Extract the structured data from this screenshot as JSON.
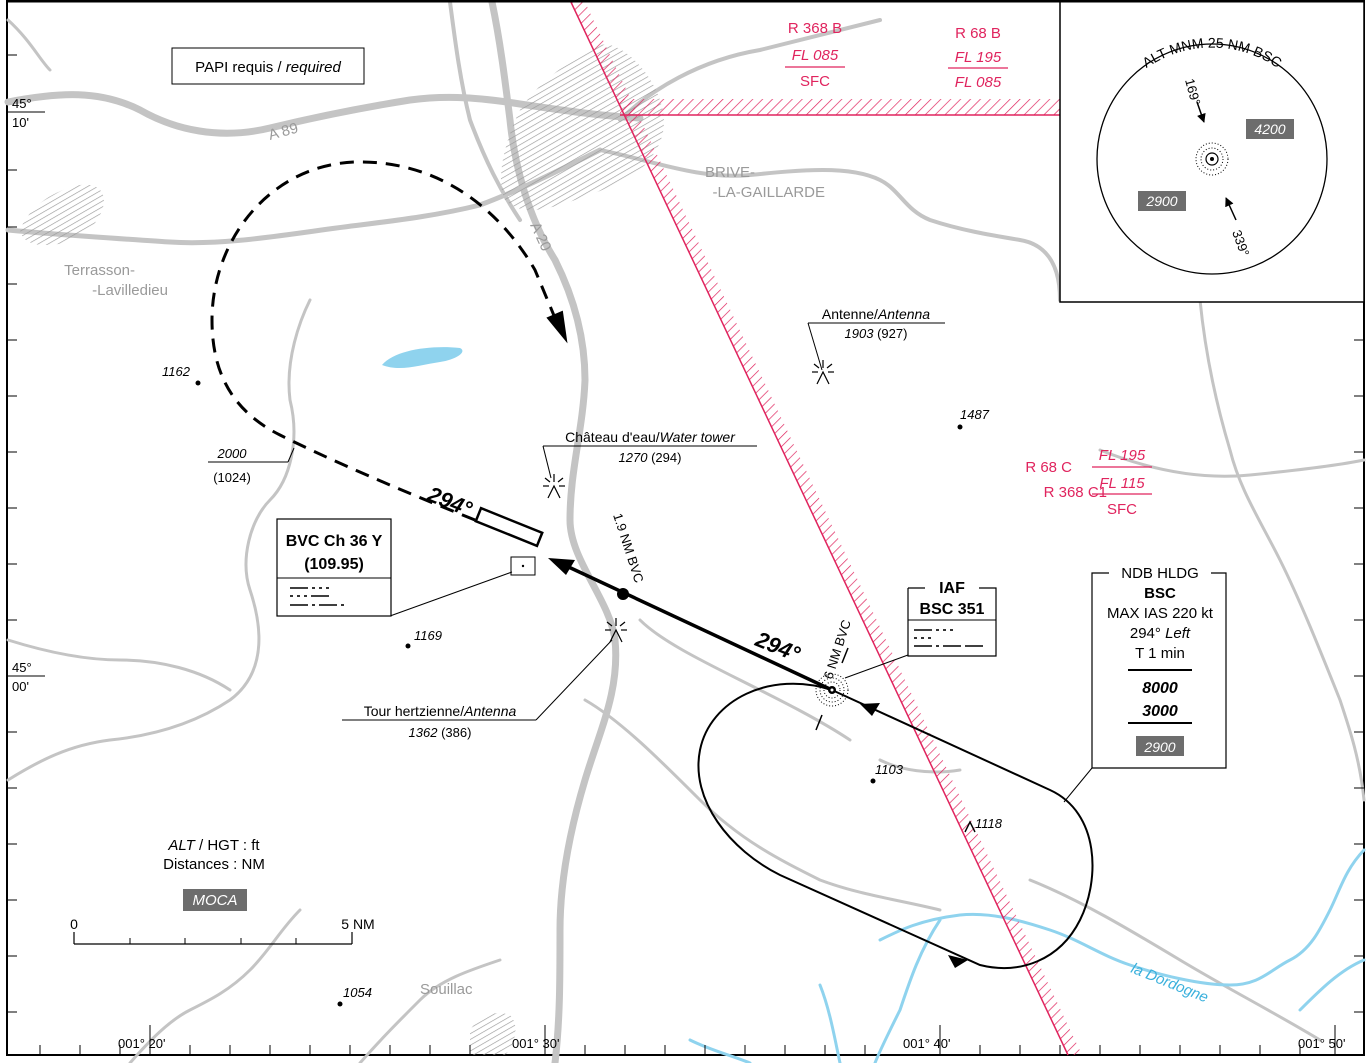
{
  "colors": {
    "road": "#c4c4c4",
    "river": "#8fd3ee",
    "airspace": "#e0245e",
    "town": "#9a9a9a",
    "badge": "#6d6d6d",
    "ink": "#000000"
  },
  "notes": {
    "papi": "PAPI requis / ",
    "papi_en": "required",
    "units_alt": "ALT",
    "units_hgt": " / HGT : ft",
    "units_dist": "Distances : NM",
    "moca": "MOCA"
  },
  "scale": {
    "zero": "0",
    "five": "5 NM"
  },
  "roads": {
    "a89": "A 89",
    "a20": "A 20"
  },
  "towns": {
    "brive1": "BRIVE-",
    "brive2": "-LA-GAILLARDE",
    "terrasson1": "Terrasson-",
    "terrasson2": "-Lavilledieu",
    "souillac": "Souillac",
    "river": "la Dordogne"
  },
  "airspace": {
    "r368b": {
      "name": "R 368 B",
      "upper": "FL 085",
      "lower": "SFC"
    },
    "r68b": {
      "name": "R 68 B",
      "upper": "FL 195",
      "lower": "FL 085"
    },
    "r68c": {
      "name": "R 68 C",
      "upper": "FL 195"
    },
    "r368c1": {
      "name": "R 368 C1",
      "upper": "FL 115",
      "lower": "SFC"
    }
  },
  "spot_heights": {
    "h1162": "1162",
    "h1169": "1169",
    "h1487": "1487",
    "h1103": "1103",
    "h1118": "1118",
    "h1054": "1054"
  },
  "obstacles": {
    "antenna1": {
      "label": "Antenne/",
      "label_en": "Antenna",
      "alt": "1903",
      "hgt": " (927)"
    },
    "water_tower": {
      "label": "Château d'eau/",
      "label_en": "Water tower",
      "alt": "1270",
      "hgt": " (294)"
    },
    "antenna2": {
      "label": "Tour hertzienne/",
      "label_en": "Antenna",
      "alt": "1362",
      "hgt": " (386)"
    }
  },
  "procedure": {
    "turn_alt": "2000",
    "turn_hgt": "(1024)",
    "track_upper": "294°",
    "track_lower": "294°",
    "dist_19": "1.9 NM BVC",
    "dist_6": "6 NM BVC"
  },
  "bvc": {
    "line1": "BVC Ch 36 Y",
    "line2": "(109.95)"
  },
  "iaf": {
    "title": "IAF",
    "ident": "BSC 351"
  },
  "hold": {
    "title": "NDB HLDG",
    "fix": "BSC",
    "max_ias": "MAX IAS 220 kt",
    "turn": "294° ",
    "turn_dir": "Left",
    "timing": "T 1 min",
    "max_alt": "8000",
    "min_alt": "3000",
    "moca": "2900"
  },
  "msa": {
    "title": "ALT MNM 25 NM BSC",
    "bearing1": "169°",
    "bearing2": "339°",
    "alt_east": "4200",
    "alt_west": "2900"
  },
  "coords": {
    "lat_top_deg": "45°",
    "lat_top_min": "10'",
    "lat_bot_deg": "45°",
    "lat_bot_min": "00'",
    "lon1": "001° 20'",
    "lon2": "001° 30'",
    "lon3": "001° 40'",
    "lon4": "001° 50'"
  }
}
